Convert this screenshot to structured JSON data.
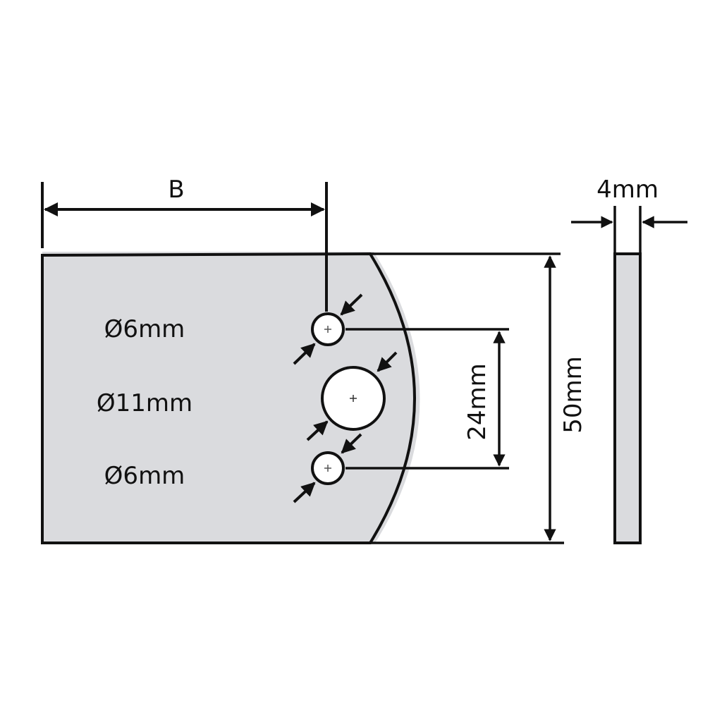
{
  "labels": {
    "b": "B",
    "hole_top": "Ø6mm",
    "hole_middle": "Ø11mm",
    "hole_bottom": "Ø6mm",
    "spacing": "24mm",
    "height": "50mm",
    "thickness": "4mm"
  },
  "colors": {
    "plate_fill": "#dadbde",
    "stroke": "#111111"
  }
}
